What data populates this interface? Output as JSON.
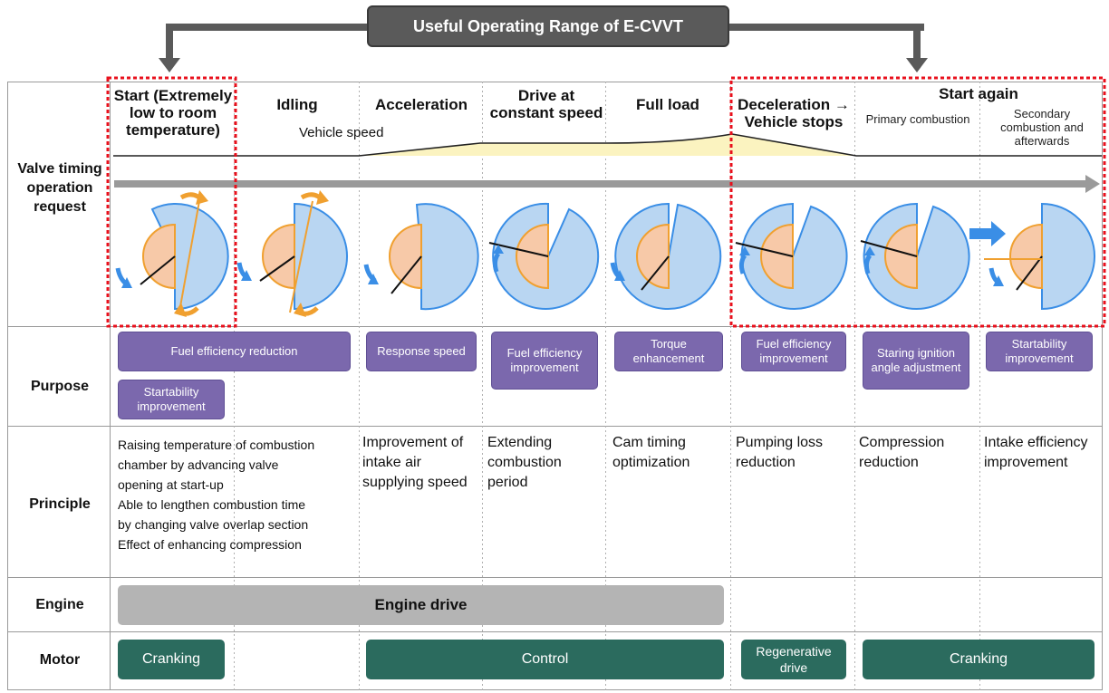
{
  "title": "Useful Operating Range of E-CVVT",
  "row_labels": {
    "valve": "Valve timing operation request",
    "purpose": "Purpose",
    "principle": "Principle",
    "engine": "Engine",
    "motor": "Motor"
  },
  "stages": {
    "start": "Start (Extremely low to room temperature)",
    "idling": "Idling",
    "acceleration": "Acceleration",
    "constant": "Drive at constant speed",
    "full_load": "Full load",
    "decel": "Deceleration → Vehicle stops",
    "start_again": "Start again",
    "primary": "Primary combustion",
    "secondary": "Secondary combustion and afterwards"
  },
  "vehicle_speed_label": "Vehicle speed",
  "purposes": {
    "fuel_reduction": "Fuel efficiency reduction",
    "startability": "Startability improvement",
    "response": "Response speed",
    "fuel_improve": "Fuel efficiency improvement",
    "torque": "Torque enhancement",
    "fuel_improve2": "Fuel efficiency improvement",
    "staring": "Staring ignition angle adjustment",
    "startability2": "Startability improvement"
  },
  "principles": {
    "start_1": "Raising temperature of combustion",
    "start_2": "chamber by advancing valve",
    "start_3": "opening at start-up",
    "start_4": "Able to lengthen combustion time",
    "start_5": "by changing valve overlap section",
    "start_6": "Effect of enhancing compression",
    "accel": "Improvement of intake air supplying speed",
    "constant": "Extending combustion period",
    "full": "Cam timing optimization",
    "decel": "Pumping loss reduction",
    "primary": "Compression reduction",
    "secondary": "Intake efficiency improvement"
  },
  "engine_bar": "Engine drive",
  "motor": {
    "cranking1": "Cranking",
    "control": "Control",
    "regen": "Regenerative drive",
    "cranking2": "Cranking"
  },
  "colors": {
    "purple": "#7b68ad",
    "green": "#2b6b5e",
    "gray": "#b4b4b4",
    "blue_disc": "#b9d6f2",
    "blue_stroke": "#3a8ee6",
    "orange": "#f0a030",
    "orange_fill": "#f7c9a8",
    "red_dash": "#e8101c",
    "speed_fill": "#fbf3c0"
  }
}
